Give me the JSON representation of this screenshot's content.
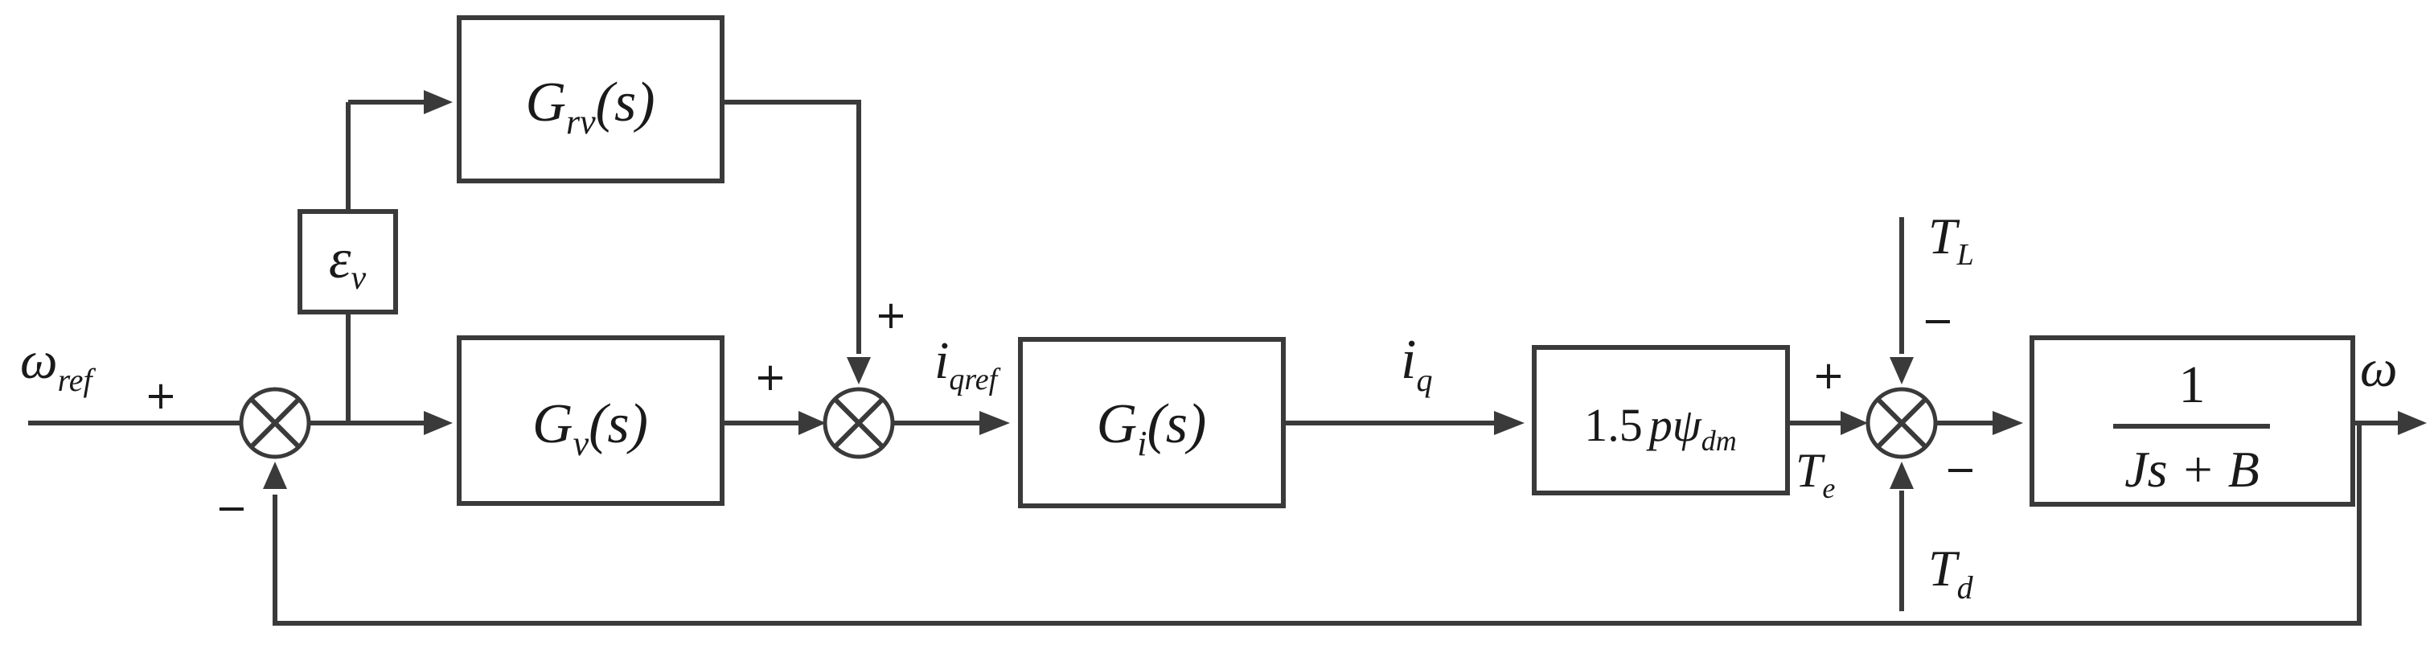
{
  "blocks": {
    "grv": {
      "base": "G",
      "sub": "rv",
      "arg": "(s)"
    },
    "gv": {
      "base": "G",
      "sub": "v",
      "arg": "(s)"
    },
    "gi": {
      "base": "G",
      "sub": "i",
      "arg": "(s)"
    },
    "eps": {
      "base": "ε",
      "sub": "v"
    },
    "torque": {
      "coef": "1.5",
      "p": "p",
      "psi": "ψ",
      "sub": "dm"
    },
    "plant": {
      "num": "1",
      "den": "Js + B"
    }
  },
  "signals": {
    "wref": {
      "base": "ω",
      "sub": "ref"
    },
    "iqref": {
      "base": "i",
      "sub": "qref"
    },
    "iq": {
      "base": "i",
      "sub": "q"
    },
    "te": {
      "base": "T",
      "sub": "e"
    },
    "tl": {
      "base": "T",
      "sub": "L"
    },
    "td": {
      "base": "T",
      "sub": "d"
    },
    "w": {
      "base": "ω"
    }
  },
  "signs": {
    "s1_plus": "+",
    "s1_minus": "−",
    "s2_plus_top": "+",
    "s2_plus_left": "+",
    "s3_plus_left": "+",
    "s3_minus_top": "−",
    "s3_minus_bottom": "−"
  }
}
